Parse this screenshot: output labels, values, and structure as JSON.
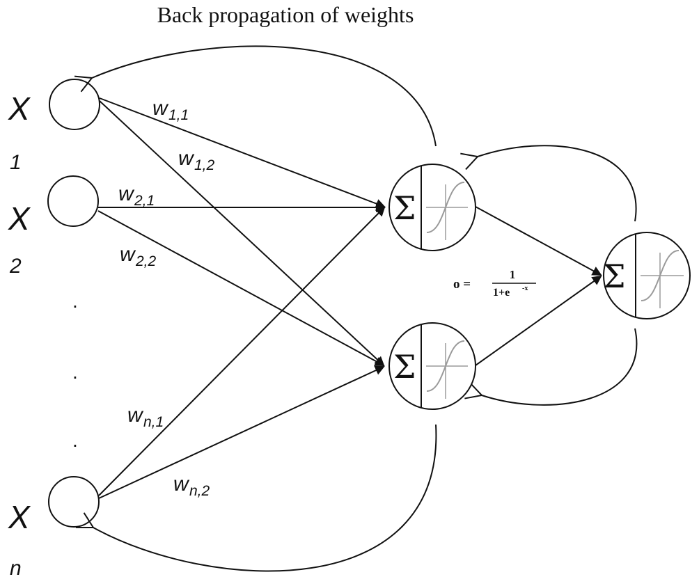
{
  "title": "Back propagation of weights",
  "inputs": [
    {
      "symbol": "X",
      "index": "1"
    },
    {
      "symbol": "X",
      "index": "2"
    },
    {
      "symbol": "X",
      "index": "n"
    }
  ],
  "ellipsis": [
    ".",
    ".",
    "."
  ],
  "weights": [
    {
      "w": "w",
      "sub": "1,1"
    },
    {
      "w": "w",
      "sub": "1,2"
    },
    {
      "w": "w",
      "sub": "2,1"
    },
    {
      "w": "w",
      "sub": "2,2"
    },
    {
      "w": "w",
      "sub": "n,1"
    },
    {
      "w": "w",
      "sub": "n,2"
    }
  ],
  "neuron_symbol": "Σ",
  "activation_formula": {
    "lhs": "o =",
    "numerator": "1",
    "denominator_base": "1+e",
    "denominator_exp": "-x"
  },
  "colors": {
    "line": "#111111",
    "sigmoid_curve": "#9a9a9a",
    "background": "#ffffff"
  },
  "icons": [
    "input-node-circle",
    "neuron-sigma-sigmoid-icon",
    "arrowhead-icon"
  ]
}
